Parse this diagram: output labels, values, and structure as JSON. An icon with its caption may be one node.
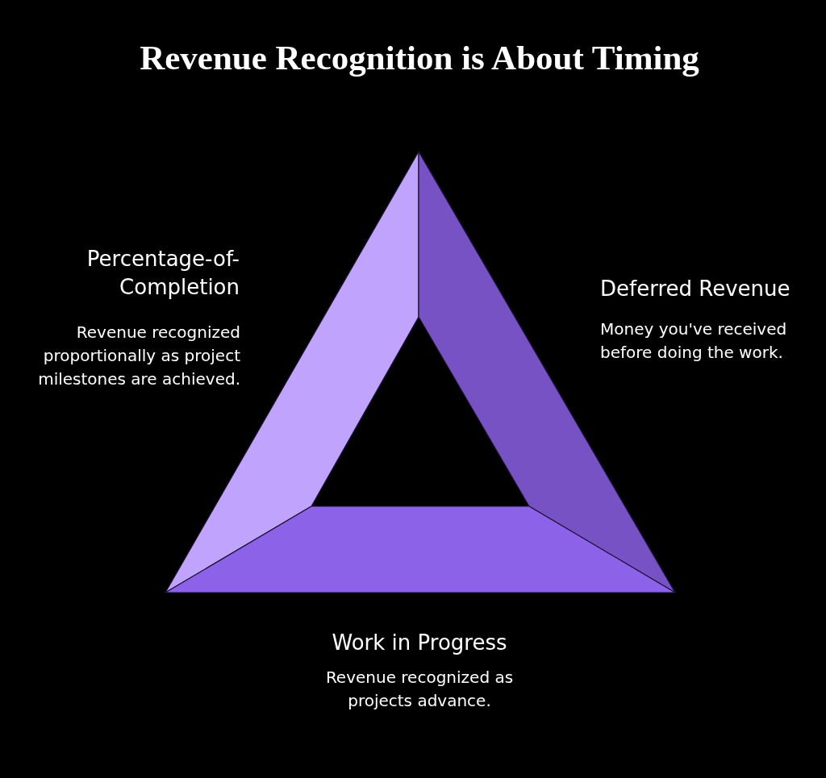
{
  "diagram": {
    "title": "Revenue Recognition is About Timing",
    "nodes": [
      {
        "text": [
          "Percentage-of-Completion",
          "Revenue recognized proportionally as project milestones are achieved."
        ]
      },
      {
        "text": [
          "Deferred Revenue",
          "Money you've received before doing the work."
        ]
      },
      {
        "text": [
          "Work in Progress",
          "Revenue recognized as projects advance."
        ]
      }
    ]
  }
}
